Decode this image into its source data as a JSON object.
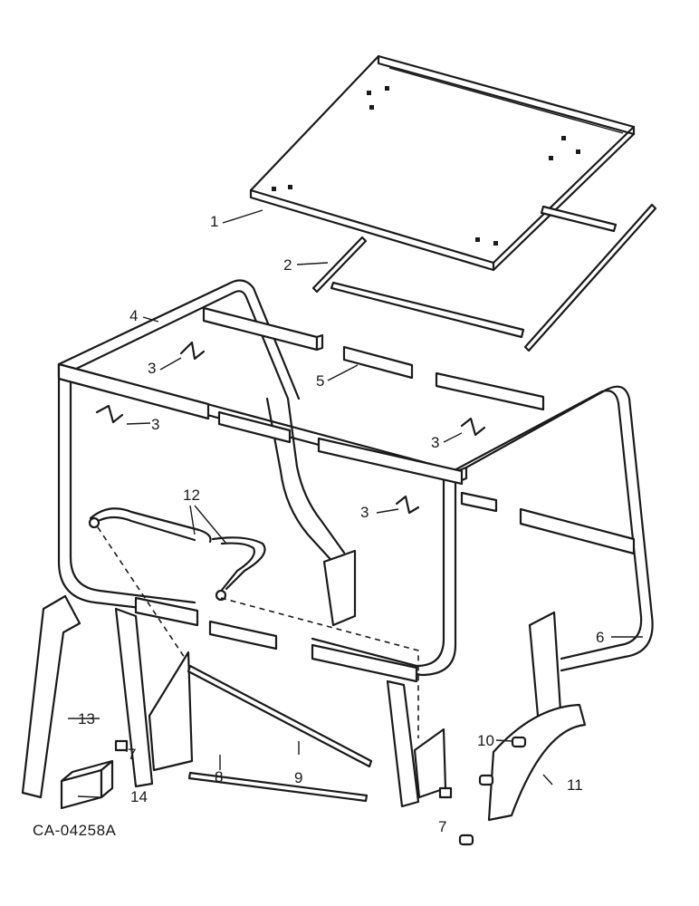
{
  "figure_code": "CA-04258A",
  "callouts": [
    {
      "id": "c1",
      "text": "1"
    },
    {
      "id": "c2",
      "text": "2"
    },
    {
      "id": "c3a",
      "text": "3"
    },
    {
      "id": "c3b",
      "text": "3"
    },
    {
      "id": "c3c",
      "text": "3"
    },
    {
      "id": "c3d",
      "text": "3"
    },
    {
      "id": "c4",
      "text": "4"
    },
    {
      "id": "c5",
      "text": "5"
    },
    {
      "id": "c6",
      "text": "6"
    },
    {
      "id": "c7a",
      "text": "7"
    },
    {
      "id": "c7b",
      "text": "7"
    },
    {
      "id": "c8",
      "text": "8"
    },
    {
      "id": "c9",
      "text": "9"
    },
    {
      "id": "c10",
      "text": "10"
    },
    {
      "id": "c11",
      "text": "11"
    },
    {
      "id": "c12",
      "text": "12"
    },
    {
      "id": "c13",
      "text": "13"
    },
    {
      "id": "c14",
      "text": "14"
    }
  ]
}
